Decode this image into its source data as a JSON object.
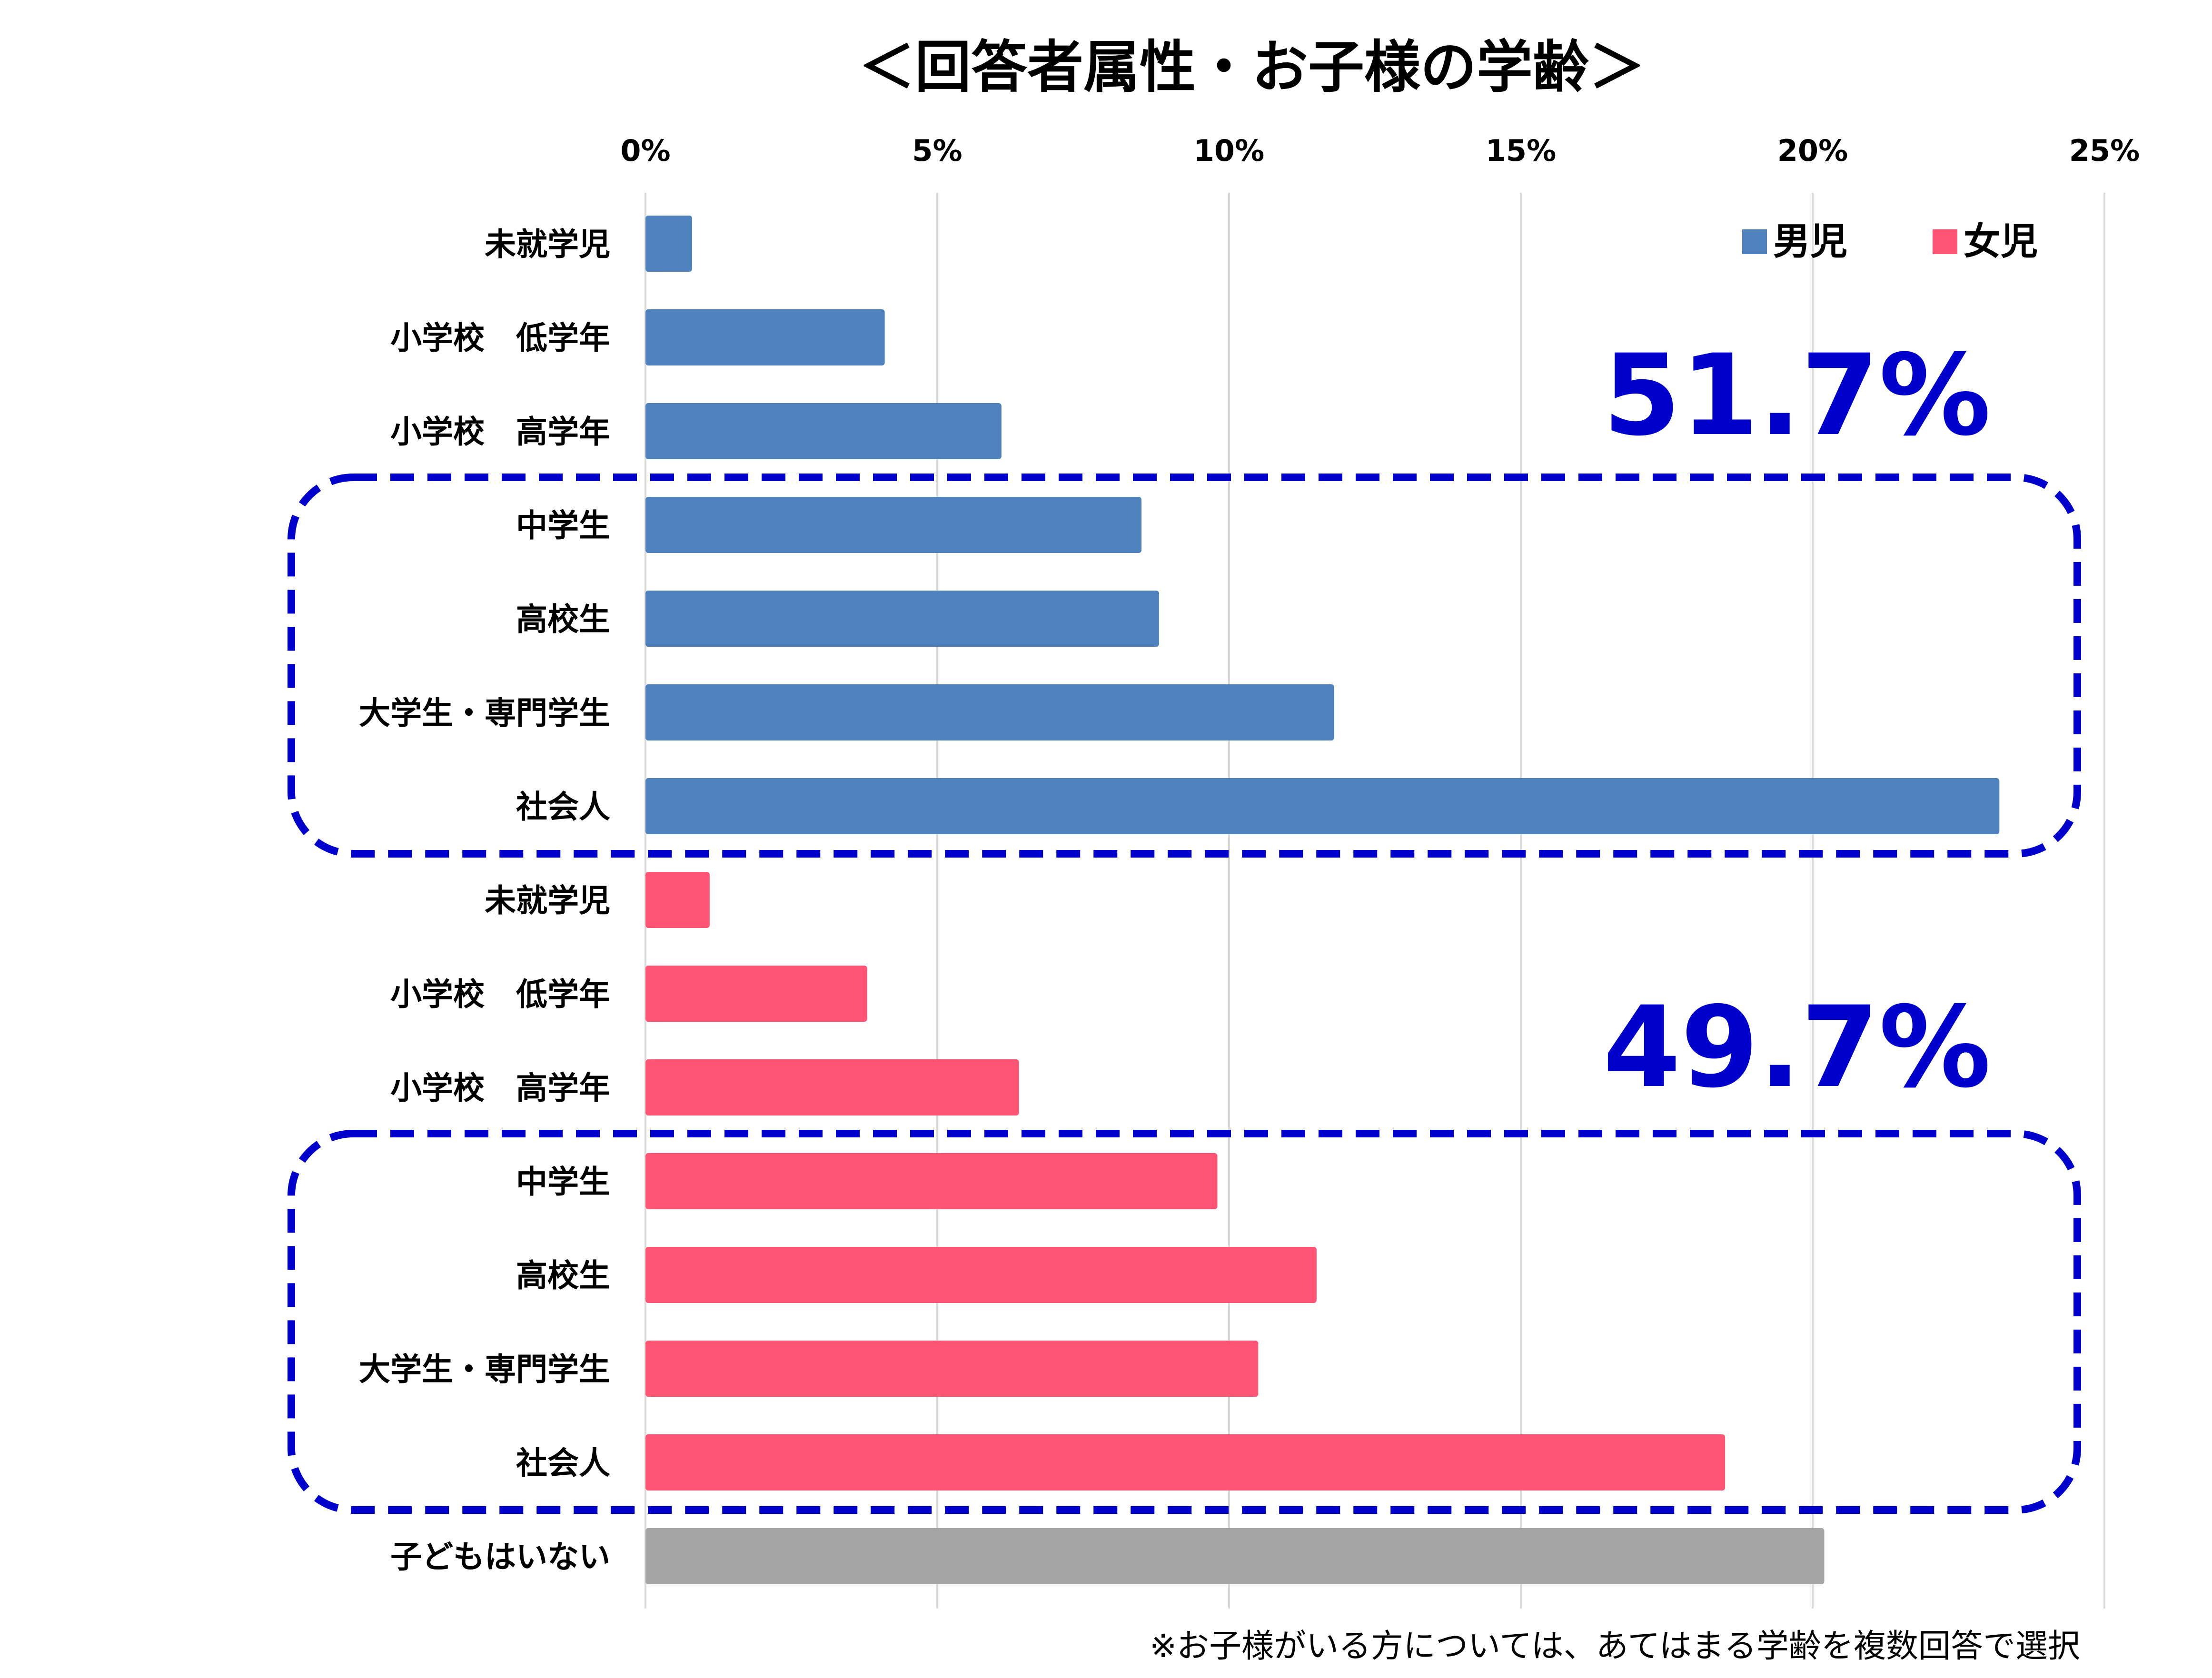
{
  "chart_data": {
    "type": "bar",
    "orientation": "horizontal",
    "title": "＜回答者属性・お子様の学齢＞",
    "x_tick_labels": [
      "0%",
      "5%",
      "10%",
      "15%",
      "20%",
      "25%"
    ],
    "xlim": [
      0,
      25
    ],
    "x_ticks": [
      0,
      5,
      10,
      15,
      20,
      25
    ],
    "grid": true,
    "legend_position": "top-right",
    "colors": {
      "男児": "#4f81bd",
      "女児": "#ff5473",
      "none": "#a5a5a5",
      "highlight": "#0000cc"
    },
    "legend": [
      {
        "name": "男児",
        "color": "#4f81bd"
      },
      {
        "name": "女児",
        "color": "#ff5473"
      }
    ],
    "categories": [
      "未就学児",
      "小学校　低学年",
      "小学校　高学年",
      "中学生",
      "高校生",
      "大学生・専門学生",
      "社会人",
      "未就学児",
      "小学校　低学年",
      "小学校　高学年",
      "中学生",
      "高校生",
      "大学生・専門学生",
      "社会人",
      "子どもはいない"
    ],
    "series": [
      {
        "name": "男児",
        "color": "#4f81bd",
        "categories": [
          "未就学児",
          "小学校　低学年",
          "小学校　高学年",
          "中学生",
          "高校生",
          "大学生・専門学生",
          "社会人"
        ],
        "values": [
          0.8,
          4.1,
          6.1,
          8.5,
          8.8,
          11.8,
          23.2
        ]
      },
      {
        "name": "女児",
        "color": "#ff5473",
        "categories": [
          "未就学児",
          "小学校　低学年",
          "小学校　高学年",
          "中学生",
          "高校生",
          "大学生・専門学生",
          "社会人"
        ],
        "values": [
          1.1,
          3.8,
          6.4,
          9.8,
          11.5,
          10.5,
          18.5
        ]
      },
      {
        "name": "",
        "color": "#a5a5a5",
        "categories": [
          "子どもはいない"
        ],
        "values": [
          20.2
        ]
      }
    ],
    "annotations": [
      {
        "text": "51.7%",
        "group": "男児",
        "highlight": [
          "中学生",
          "高校生",
          "大学生・専門学生",
          "社会人"
        ]
      },
      {
        "text": "49.7%",
        "group": "女児",
        "highlight": [
          "中学生",
          "高校生",
          "大学生・専門学生",
          "社会人"
        ]
      }
    ],
    "footnote": "※お子様がいる方については、あてはまる学齢を複数回答で選択"
  }
}
